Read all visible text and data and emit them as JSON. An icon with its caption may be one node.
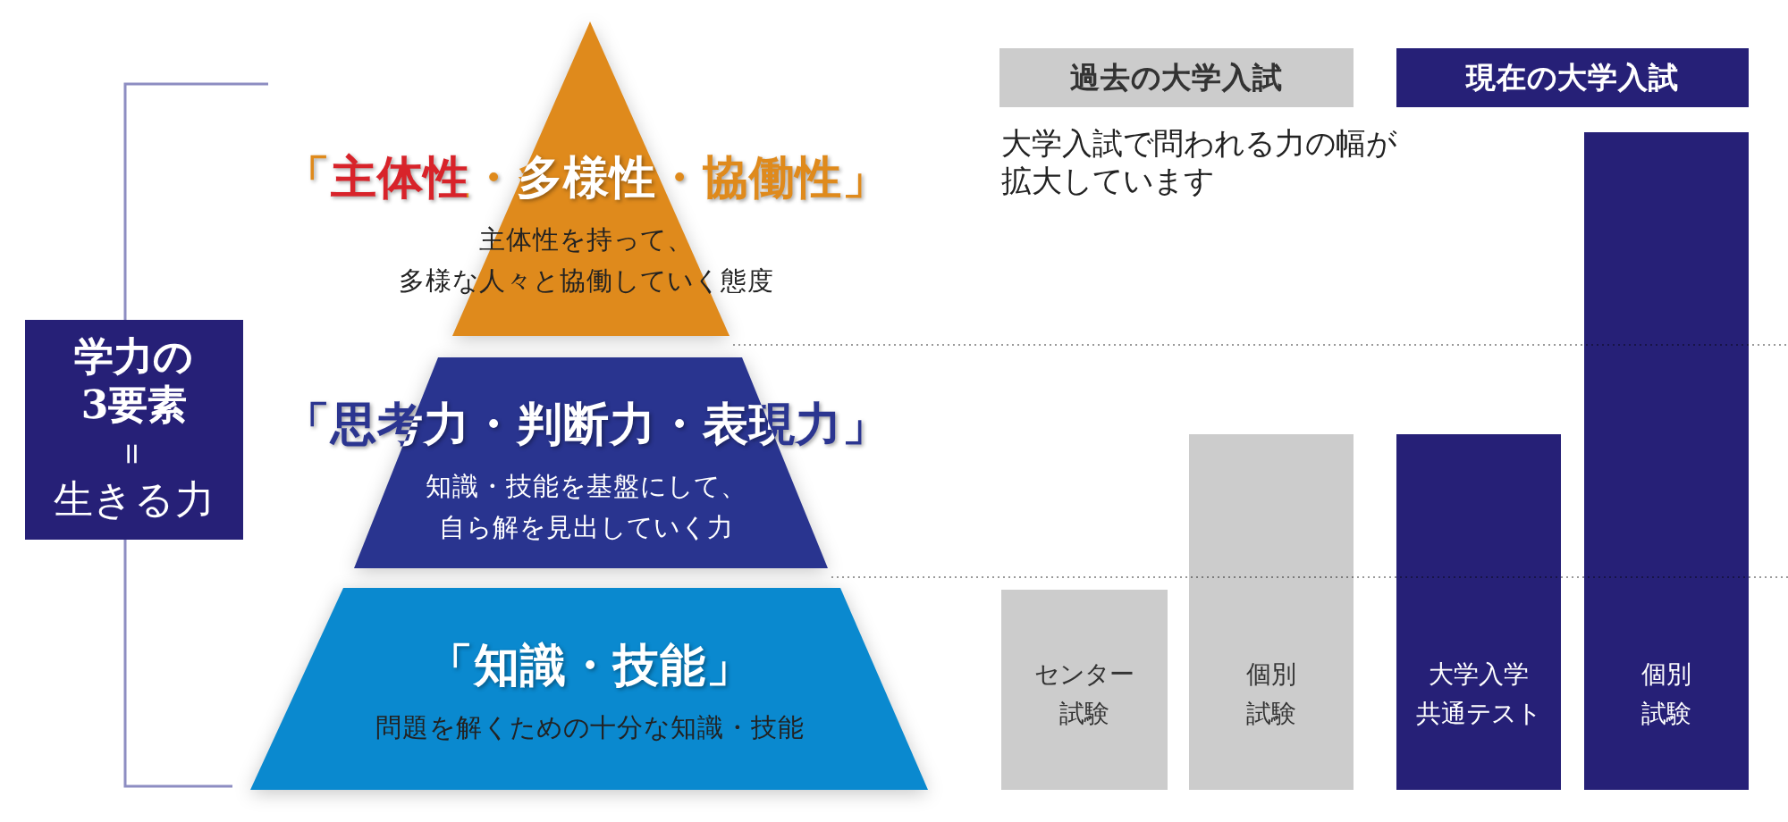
{
  "diagram": {
    "nodes": [
      {
        "text": [
          "学力の3要素",
          "＝",
          "生きる力"
        ]
      },
      {
        "text": [
          "「主体性・多様性・協働性」",
          "主体性を持って、多様な人々と協働していく態度"
        ]
      },
      {
        "text": [
          "「思考力・判断力・表現力」",
          "知識・技能を基盤にして、自ら解を見出していく力"
        ]
      },
      {
        "text": [
          "「知識・技能」",
          "問題を解くための十分な知識・技能"
        ]
      },
      {
        "text": [
          "過去の大学入試"
        ]
      },
      {
        "text": [
          "現在の大学入試"
        ]
      },
      {
        "text": [
          "センター試験"
        ]
      },
      {
        "text": [
          "個別試験"
        ]
      },
      {
        "text": [
          "大学入学共通テスト"
        ]
      },
      {
        "text": [
          "個別試験"
        ]
      }
    ],
    "labels": [
      "大学入試で問われる力の幅が拡大しています"
    ]
  }
}
